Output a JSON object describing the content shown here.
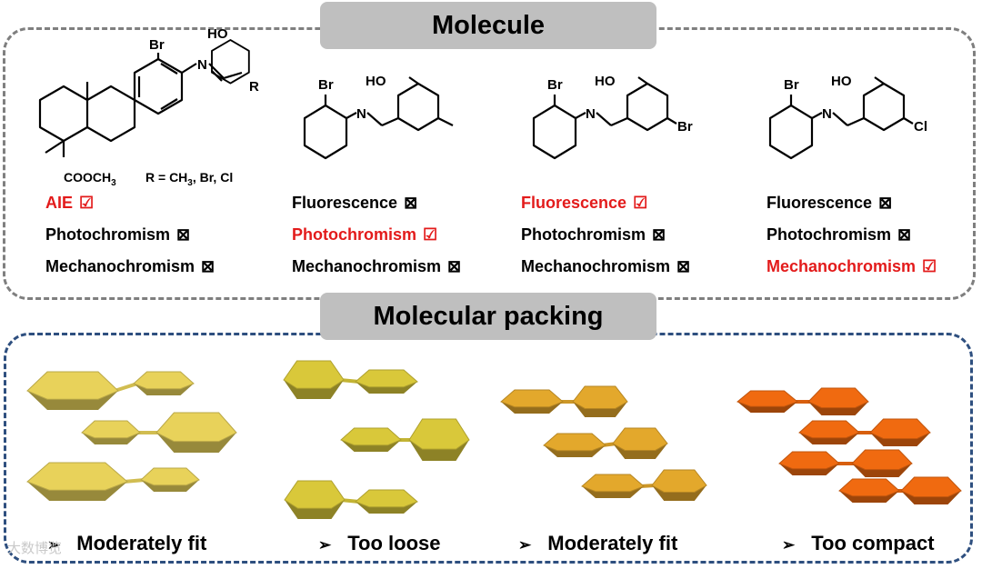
{
  "banners": {
    "molecule": "Molecule",
    "packing": "Molecular packing"
  },
  "molecules": [
    {
      "labels": {
        "br": "Br",
        "oh": "HO",
        "n": "N",
        "r": "R",
        "ester": "COOCH",
        "ester_sub": "3",
        "rdef": "R = CH",
        "rdef_sub": "3",
        "rdef_tail": ", Br, Cl"
      },
      "properties": [
        {
          "label": "AIE",
          "mark": "☑",
          "active": true
        },
        {
          "label": "Photochromism",
          "mark": "⊠",
          "active": false
        },
        {
          "label": "Mechanochromism",
          "mark": "⊠",
          "active": false
        }
      ]
    },
    {
      "labels": {
        "br": "Br",
        "oh": "HO",
        "n": "N"
      },
      "properties": [
        {
          "label": "Fluorescence",
          "mark": "⊠",
          "active": false
        },
        {
          "label": "Photochromism",
          "mark": "☑",
          "active": true
        },
        {
          "label": "Mechanochromism",
          "mark": "⊠",
          "active": false
        }
      ]
    },
    {
      "labels": {
        "br": "Br",
        "oh": "HO",
        "n": "N",
        "sub": "Br"
      },
      "properties": [
        {
          "label": "Fluorescence",
          "mark": "☑",
          "active": true
        },
        {
          "label": "Photochromism",
          "mark": "⊠",
          "active": false
        },
        {
          "label": "Mechanochromism",
          "mark": "⊠",
          "active": false
        }
      ]
    },
    {
      "labels": {
        "br": "Br",
        "oh": "HO",
        "n": "N",
        "sub": "Cl"
      },
      "properties": [
        {
          "label": "Fluorescence",
          "mark": "⊠",
          "active": false
        },
        {
          "label": "Photochromism",
          "mark": "⊠",
          "active": false
        },
        {
          "label": "Mechanochromism",
          "mark": "☑",
          "active": true
        }
      ]
    }
  ],
  "packing": [
    {
      "caption": "Moderately fit",
      "color": "#e8d25a"
    },
    {
      "caption": "Too loose",
      "color": "#d9c83a"
    },
    {
      "caption": "Moderately fit",
      "color": "#e3a82c"
    },
    {
      "caption": "Too compact",
      "color": "#f06a10"
    }
  ],
  "arrow_glyph": "➢",
  "watermark": "大数博览"
}
